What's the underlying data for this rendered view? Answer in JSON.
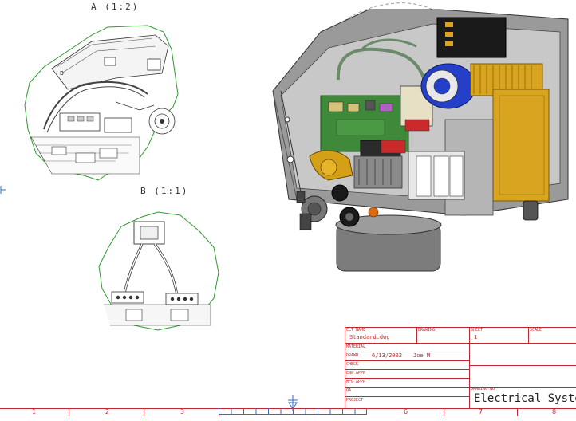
{
  "views": {
    "detail_a_label": "A (1:2)",
    "detail_b_label": "B (1:1)",
    "detail_b_marker": "B"
  },
  "title_block": {
    "cell_labels": [
      "CLT NAME",
      "DRAWING",
      "SHEET",
      "SCALE",
      "MATERIAL",
      "DRAWN",
      "CHECK",
      "ENG APPR",
      "MFG APPR",
      "QA",
      "PROJECT",
      "DRAWING NO"
    ],
    "filename": "Standard.dwg",
    "sheet": "1",
    "drawn_date": "6/13/2002",
    "drawn_by": "Joe M",
    "title": "Electrical System"
  },
  "border": {
    "zones": [
      "1",
      "2",
      "3",
      "6",
      "7",
      "8"
    ]
  },
  "colors": {
    "frame_red": "#c0282d",
    "detail_boundary": "#2e9a2e",
    "housing_gray": "#8a8a8a",
    "transformer_yellow": "#d9a520",
    "motor_blue": "#2540c8",
    "fitting_orange": "#d4a017",
    "pcb_green": "#3f8a3a"
  }
}
